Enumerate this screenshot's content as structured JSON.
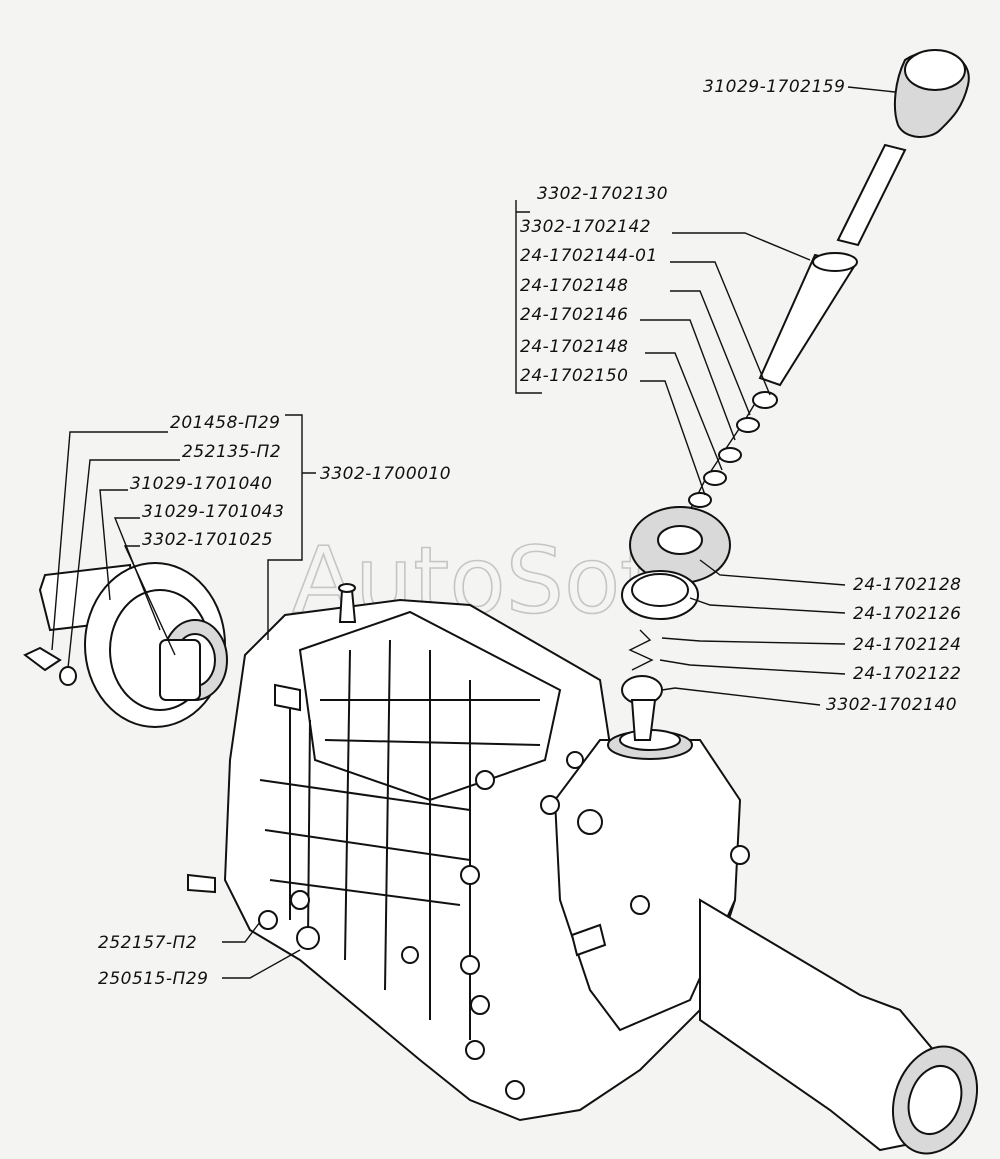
{
  "watermark": "AutoSoft",
  "labels": {
    "knob": "31029-1702159",
    "lever_group": "3302-1702130",
    "p1702142": "3302-1702142",
    "p1702144": "24-1702144-01",
    "p1702148a": "24-1702148",
    "p1702146": "24-1702146",
    "p1702148b": "24-1702148",
    "p1702150": "24-1702150",
    "p1702128": "24-1702128",
    "p1702126": "24-1702126",
    "p1702124": "24-1702124",
    "p1702122": "24-1702122",
    "p1702140": "3302-1702140",
    "p201458": "201458-П29",
    "p252135": "252135-П2",
    "p1701040": "31029-1701040",
    "p1701043": "31029-1701043",
    "p1701025": "3302-1701025",
    "assembly": "3302-1700010",
    "p252157": "252157-П2",
    "p250515": "250515-П29"
  }
}
